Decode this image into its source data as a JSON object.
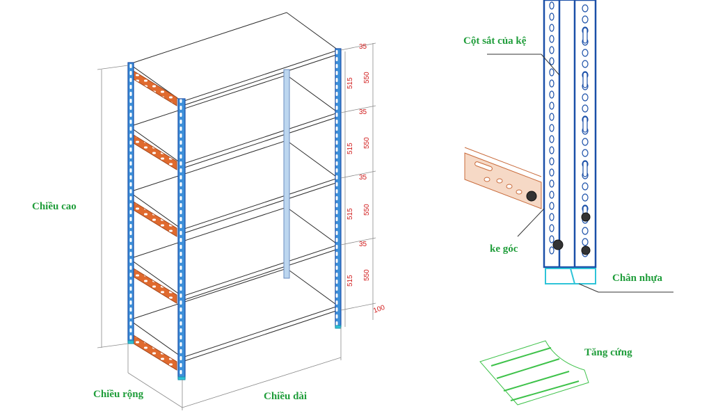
{
  "labels": {
    "height": "Chiều cao",
    "width": "Chiều rộng",
    "length": "Chiều dài",
    "column": "Cột sắt của kệ",
    "bracket": "ke góc",
    "foot": "Chân nhựa",
    "stiffener": "Tăng cứng"
  },
  "dimensions": {
    "gap_top": [
      "35",
      "35",
      "35",
      "35"
    ],
    "shelf_spacing": [
      "550",
      "550",
      "550",
      "550"
    ],
    "inner_spacing": [
      "515",
      "515",
      "515",
      "515"
    ],
    "bottom": "100"
  },
  "colors": {
    "post": "#3d8fd9",
    "post_edge": "#1a4fa8",
    "brace": "#e06a2e",
    "label": "#1f9d3a",
    "dimension": "#d01818",
    "foot": "#2ec4d8",
    "stiffener": "#3ec24a"
  }
}
